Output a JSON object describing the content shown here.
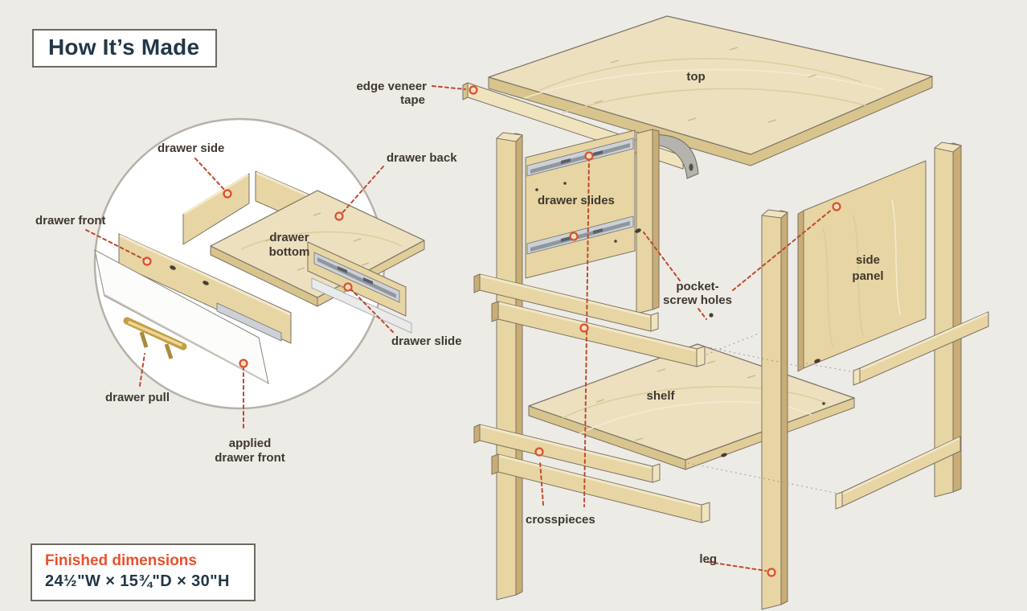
{
  "header": {
    "title": "How It’s Made"
  },
  "dimensions_box": {
    "heading": "Finished dimensions",
    "value": "24½\"W × 15¾\"D × 30\"H"
  },
  "inset_labels": {
    "drawer_side": "drawer side",
    "drawer_back": "drawer back",
    "drawer_front": "drawer front",
    "drawer_bottom_line1": "drawer",
    "drawer_bottom_line2": "bottom",
    "drawer_slide": "drawer slide",
    "drawer_pull": "drawer pull",
    "applied_front_line1": "applied",
    "applied_front_line2": "drawer front"
  },
  "main_labels": {
    "edge_veneer_line1": "edge veneer",
    "edge_veneer_line2": "tape",
    "top": "top",
    "drawer_slides": "drawer slides",
    "side_panel_line1": "side",
    "side_panel_line2": "panel",
    "pocket_line1": "pocket-",
    "pocket_line2": "screw holes",
    "shelf": "shelf",
    "crosspieces": "crosspieces",
    "leg": "leg"
  },
  "colors": {
    "background": "#edebe6",
    "accent_orange": "#e8512e",
    "heading_navy": "#223749",
    "leader_red": "#bf4a2e",
    "wood": "#e7d5a3"
  }
}
